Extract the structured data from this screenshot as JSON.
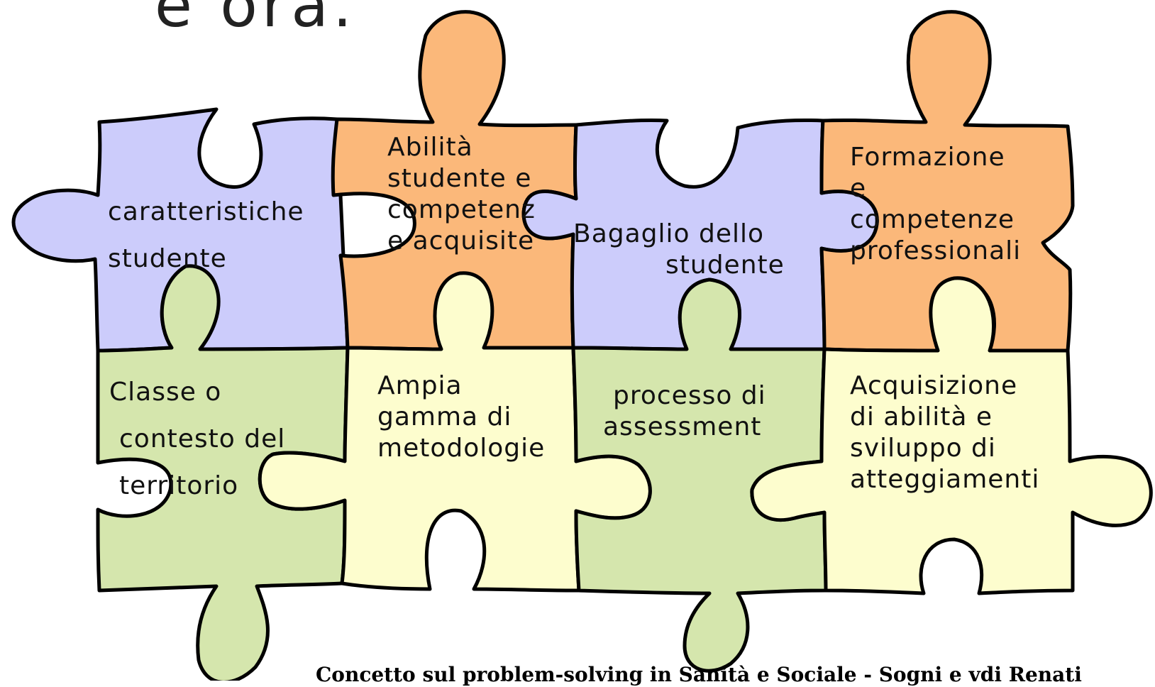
{
  "heading": "e ora.",
  "colors": {
    "lavender": "#ccccfb",
    "orange": "#fbb87a",
    "green": "#d5e6ad",
    "cream": "#fdfdce",
    "outline": "#000000"
  },
  "pieces": [
    {
      "name": "caratteristiche-studente",
      "color": "lavender",
      "lines": [
        "caratteristiche",
        "studente"
      ]
    },
    {
      "name": "abilita-studente",
      "color": "orange",
      "lines": [
        "Abilità",
        "studente e",
        "competenz",
        "e acquisite"
      ]
    },
    {
      "name": "bagaglio-studente",
      "color": "lavender",
      "lines": [
        "Bagaglio dello",
        "studente"
      ]
    },
    {
      "name": "formazione-competenze",
      "color": "orange",
      "lines": [
        "Formazione",
        "e",
        "competenze",
        "professionali"
      ]
    },
    {
      "name": "classe-contesto",
      "color": "green",
      "lines": [
        "Classe o",
        "contesto del",
        "territorio"
      ]
    },
    {
      "name": "gamma-metodologie",
      "color": "cream",
      "lines": [
        "Ampia",
        "gamma di",
        "metodologie"
      ]
    },
    {
      "name": "processo-assessment",
      "color": "green",
      "lines": [
        "processo di",
        "assessment"
      ]
    },
    {
      "name": "acquisizione-abilita",
      "color": "cream",
      "lines": [
        "Acquisizione",
        "di abilità e",
        "sviluppo di",
        "atteggiamenti"
      ]
    }
  ],
  "footer": "Concetto sul problem-solving in Sanità e Sociale - Sogni e vdi Renati"
}
